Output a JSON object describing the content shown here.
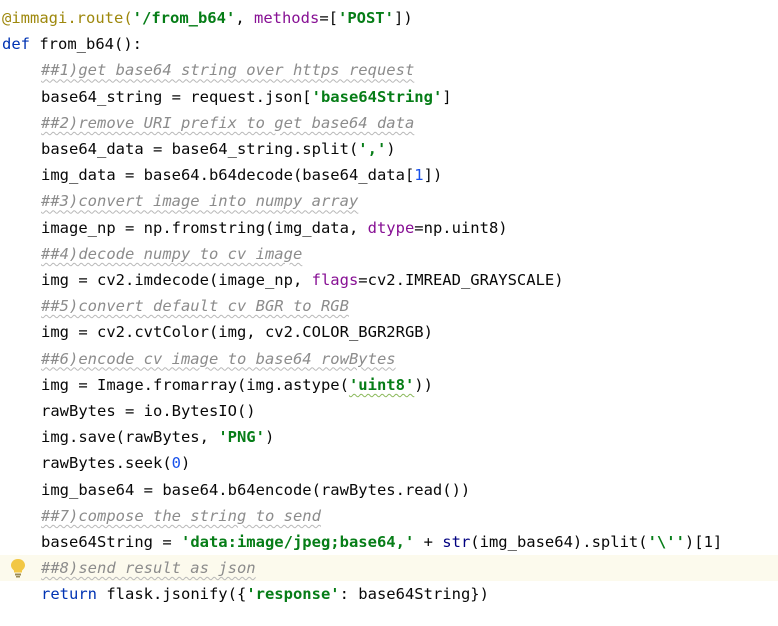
{
  "editor": {
    "lines": [
      [
        {
          "t": "deco",
          "v": "@immagi.route("
        },
        {
          "t": "str",
          "v": "'/from_b64'"
        },
        {
          "t": "plain",
          "v": ", "
        },
        {
          "t": "param",
          "v": "methods"
        },
        {
          "t": "plain",
          "v": "=["
        },
        {
          "t": "str",
          "v": "'POST'"
        },
        {
          "t": "plain",
          "v": "])"
        }
      ],
      [
        {
          "t": "kw",
          "v": "def "
        },
        {
          "t": "plain",
          "v": "from_b64():"
        }
      ],
      [
        {
          "t": "cmt",
          "v": "##1)get base64 string over https request"
        }
      ],
      [
        {
          "t": "plain",
          "v": "base64_string = request.json["
        },
        {
          "t": "str",
          "v": "'base64String'"
        },
        {
          "t": "plain",
          "v": "]"
        }
      ],
      [
        {
          "t": "cmt",
          "v": "##2)remove URI prefix to get base64 data"
        }
      ],
      [
        {
          "t": "plain",
          "v": "base64_data = base64_string.split("
        },
        {
          "t": "str",
          "v": "','"
        },
        {
          "t": "plain",
          "v": ")"
        }
      ],
      [
        {
          "t": "plain",
          "v": "img_data = base64.b64decode(base64_data["
        },
        {
          "t": "num",
          "v": "1"
        },
        {
          "t": "plain",
          "v": "])"
        }
      ],
      [
        {
          "t": "cmt",
          "v": "##3)convert image into numpy array"
        }
      ],
      [
        {
          "t": "plain",
          "v": "image_np = np.fromstring(img_data, "
        },
        {
          "t": "param",
          "v": "dtype"
        },
        {
          "t": "plain",
          "v": "=np.uint8)"
        }
      ],
      [
        {
          "t": "cmt",
          "v": "##4)decode numpy to cv image"
        }
      ],
      [
        {
          "t": "plain",
          "v": "img = cv2.imdecode(image_np, "
        },
        {
          "t": "param",
          "v": "flags"
        },
        {
          "t": "plain",
          "v": "=cv2.IMREAD_GRAYSCALE)"
        }
      ],
      [
        {
          "t": "cmt",
          "v": "##5)convert default cv BGR to RGB"
        }
      ],
      [
        {
          "t": "plain",
          "v": "img = cv2.cvtColor(img, cv2.COLOR_BGR2RGB)"
        }
      ],
      [
        {
          "t": "cmt",
          "v": "##6)encode cv image to base64 rowBytes"
        }
      ],
      [
        {
          "t": "plain",
          "v": "img = Image.fromarray(img.astype("
        },
        {
          "t": "str",
          "v": "'uint8'"
        },
        {
          "t": "plain",
          "v": "))"
        }
      ],
      [
        {
          "t": "plain",
          "v": "rawBytes = io.BytesIO()"
        }
      ],
      [
        {
          "t": "plain",
          "v": "img.save(rawBytes, "
        },
        {
          "t": "str",
          "v": "'PNG'"
        },
        {
          "t": "plain",
          "v": ")"
        }
      ],
      [
        {
          "t": "plain",
          "v": "rawBytes.seek("
        },
        {
          "t": "num",
          "v": "0"
        },
        {
          "t": "plain",
          "v": ")"
        }
      ],
      [
        {
          "t": "plain",
          "v": "img_base64 = base64.b64encode(rawBytes.read())"
        }
      ],
      [
        {
          "t": "cmt",
          "v": "##7)compose the string to send"
        }
      ],
      [
        {
          "t": "plain",
          "v": "base64String = "
        },
        {
          "t": "str",
          "v": "'data:image/jpeg;base64,'"
        },
        {
          "t": "plain",
          "v": " + "
        },
        {
          "t": "builtin",
          "v": "str"
        },
        {
          "t": "plain",
          "v": "(img_base64).split("
        },
        {
          "t": "str",
          "v": "'\\''"
        },
        {
          "t": "plain",
          "v": ")[1]"
        }
      ],
      [
        {
          "t": "cmt",
          "v": "##8)send result as json"
        }
      ],
      [
        {
          "t": "kw",
          "v": "return "
        },
        {
          "t": "plain",
          "v": "flask.jsonify({"
        },
        {
          "t": "str",
          "v": "'response'"
        },
        {
          "t": "plain",
          "v": ": base64String})"
        }
      ]
    ],
    "indents": [
      0,
      0,
      1,
      1,
      1,
      1,
      1,
      1,
      1,
      1,
      1,
      1,
      1,
      1,
      1,
      1,
      1,
      1,
      1,
      1,
      1,
      1,
      1
    ],
    "current_line": 21,
    "bulb_line": 21,
    "bulb_icon": "lightbulb-icon",
    "bulb_color": "#f2c744"
  }
}
